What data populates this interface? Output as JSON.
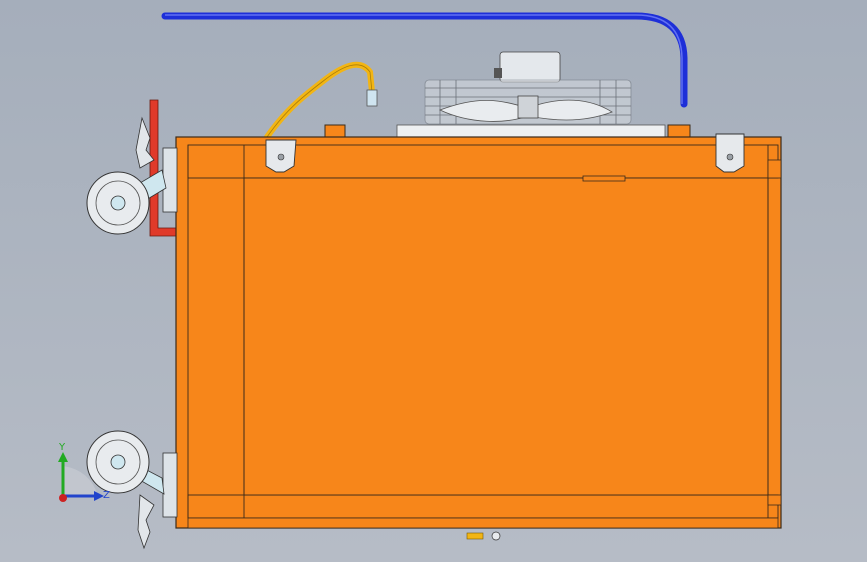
{
  "viewport": {
    "background_top": "#a5aebb",
    "background_bottom": "#b6bcc6"
  },
  "model": {
    "body_color": "#f7861a",
    "edge_color": "#3a2a1a",
    "hydraulic_hose_color": "#f2b514",
    "coolant_pipe_color": "#1e2fd8",
    "brake_pedal_color": "#e03a2a",
    "fan_guard_color": "#d7dbe0"
  },
  "orientation_triad": {
    "axes": [
      {
        "id": "y",
        "label": "Y",
        "color": "#22aa22"
      },
      {
        "id": "z",
        "label": "Z",
        "color": "#2244cc"
      },
      {
        "id": "x",
        "label": "",
        "color": "#cc2222"
      }
    ]
  }
}
